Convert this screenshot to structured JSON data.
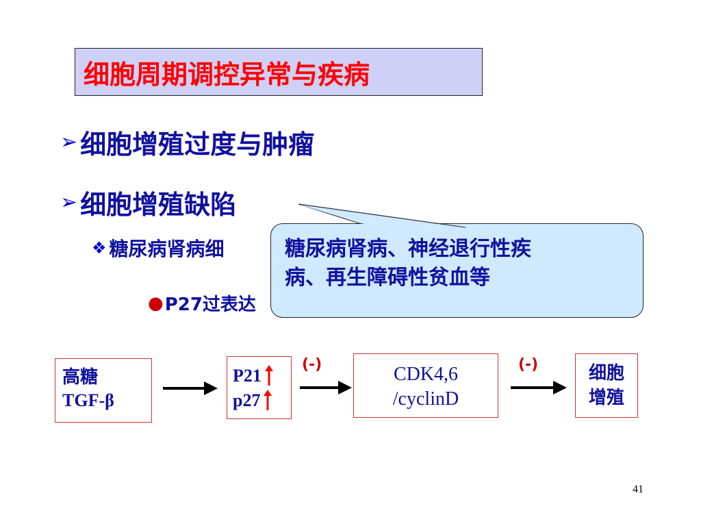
{
  "slide": {
    "title": "细胞周期调控异常与疾病",
    "bullets": [
      "细胞增殖过度与肿瘤",
      "细胞增殖缺陷"
    ],
    "sub_bullet": "糖尿病肾病细",
    "sub_sub_bullet": "P27过表达",
    "callout_lines": [
      "糖尿病肾病、神经退行性疾",
      "病、再生障碍性贫血等"
    ],
    "flow": {
      "box1_lines": [
        "高糖",
        "TGF-β"
      ],
      "box2_lines": [
        "P21",
        "p27"
      ],
      "neg1": "(-)",
      "box3_lines": [
        "CDK4,6",
        "/cyclinD"
      ],
      "neg2": "(-)",
      "box4_lines": [
        "细胞",
        "增殖"
      ]
    },
    "page_number": "41"
  },
  "colors": {
    "title_bg": "#cfd0f6",
    "title_text": "#ff0000",
    "body_text": "#1010a0",
    "callout_bg": "#cfe9ff",
    "box_border": "#cc3333",
    "up_arrow": "#ff0000"
  }
}
